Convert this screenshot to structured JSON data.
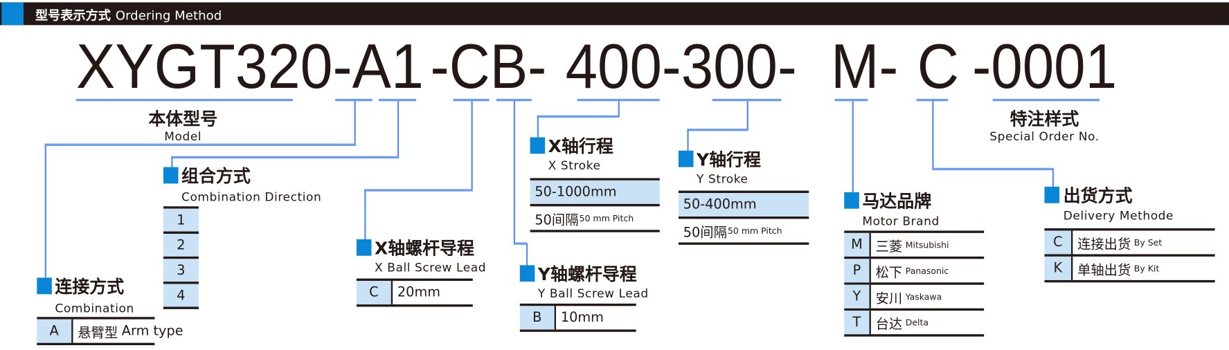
{
  "header": {
    "title_cn": "型号表示方式",
    "title_en": "Ordering Method"
  },
  "code": {
    "seg1": "XYGT320-A1",
    "seg2": "-CB-",
    "seg3": "400-300-",
    "seg4": "M-",
    "seg5": "C",
    "seg6": "-0001"
  },
  "model": {
    "cn": "本体型号",
    "en": "Model"
  },
  "special": {
    "cn": "特注样式",
    "en": "Special Order No."
  },
  "combination": {
    "cn": "连接方式",
    "en": "Combination",
    "rows": [
      {
        "key": "A",
        "cn": "悬臂型",
        "en": "Arm type"
      }
    ]
  },
  "direction": {
    "cn": "组合方式",
    "en": "Combination Direction",
    "options": [
      "1",
      "2",
      "3",
      "4"
    ]
  },
  "x_screw": {
    "cn": "X轴螺杆导程",
    "en": "X Ball Screw Lead",
    "rows": [
      {
        "key": "C",
        "value": "20mm"
      }
    ]
  },
  "y_screw": {
    "cn": "Y轴螺杆导程",
    "en": "Y Ball Screw Lead",
    "rows": [
      {
        "key": "B",
        "value": "10mm"
      }
    ]
  },
  "x_stroke": {
    "cn": "X轴行程",
    "en": "X Stroke",
    "range": "50-1000mm",
    "pitch_cn": "50间隔",
    "pitch_en": "50 mm Pitch"
  },
  "y_stroke": {
    "cn": "Y轴行程",
    "en": "Y Stroke",
    "range": "50-400mm",
    "pitch_cn": "50间隔",
    "pitch_en": "50 mm Pitch"
  },
  "motor": {
    "cn": "马达品牌",
    "en": "Motor Brand",
    "rows": [
      {
        "key": "M",
        "cn": "三菱",
        "en": "Mitsubishi"
      },
      {
        "key": "P",
        "cn": "松下",
        "en": "Panasonic"
      },
      {
        "key": "Y",
        "cn": "安川",
        "en": "Yaskawa"
      },
      {
        "key": "T",
        "cn": "台达",
        "en": "Delta"
      }
    ]
  },
  "delivery": {
    "cn": "出货方式",
    "en": "Delivery Methode",
    "rows": [
      {
        "key": "C",
        "cn": "连接出货",
        "en": "By Set"
      },
      {
        "key": "K",
        "cn": "单轴出货",
        "en": "By Kit"
      }
    ]
  },
  "colors": {
    "accent": "#0a86d6",
    "cell": "#c9e2f5",
    "line": "#6c9df2",
    "dark": "#231815"
  }
}
